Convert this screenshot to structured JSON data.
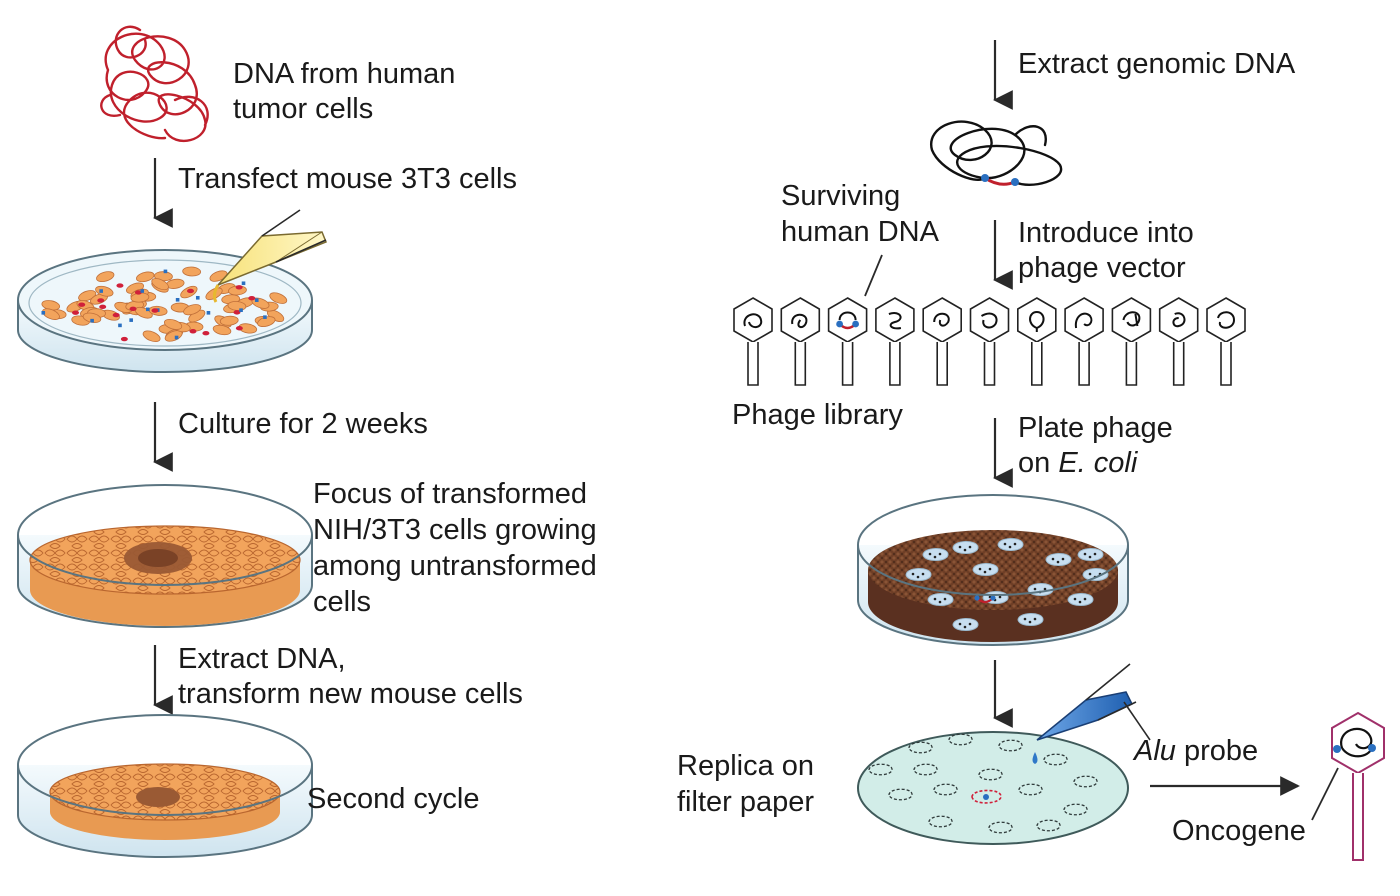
{
  "left_labels": {
    "dna_source_line1": "DNA from human",
    "dna_source_line2": "tumor cells",
    "transfect": "Transfect mouse 3T3 cells",
    "culture": "Culture for 2 weeks",
    "focus_line1": "Focus of transformed",
    "focus_line2": "NIH/3T3 cells growing",
    "focus_line3": "among untransformed",
    "focus_line4": "cells",
    "extract_line1": "Extract DNA,",
    "extract_line2": "transform new mouse cells",
    "second_cycle": "Second cycle"
  },
  "right_labels": {
    "extract_genomic": "Extract genomic DNA",
    "surviving_line1": "Surviving",
    "surviving_line2": "human DNA",
    "introduce_line1": "Introduce into",
    "introduce_line2": "phage vector",
    "phage_library": "Phage library",
    "plate_line1": "Plate phage",
    "plate_line2_prefix": "on ",
    "plate_line2_italic": "E. coli",
    "replica_line1": "Replica on",
    "replica_line2": "filter paper",
    "probe_italic": "Alu",
    "probe_suffix": " probe",
    "oncogene": "Oncogene"
  },
  "colors": {
    "dna_red": "#c0202c",
    "cell_orange": "#f2a45c",
    "cell_outline": "#c0703a",
    "focus_brown": "#9a5a34",
    "dish_glass": "#e6f2f8",
    "dish_rim": "#5a7480",
    "lawn_brown": "#6e3e26",
    "plaque_blue": "#b9d6e8",
    "filter_green": "#d2ede8",
    "probe_blue": "#2f78c8",
    "dot_blue": "#2a6fc0",
    "oncogene_magenta": "#a0306a",
    "arrow": "#2a2a2a"
  }
}
